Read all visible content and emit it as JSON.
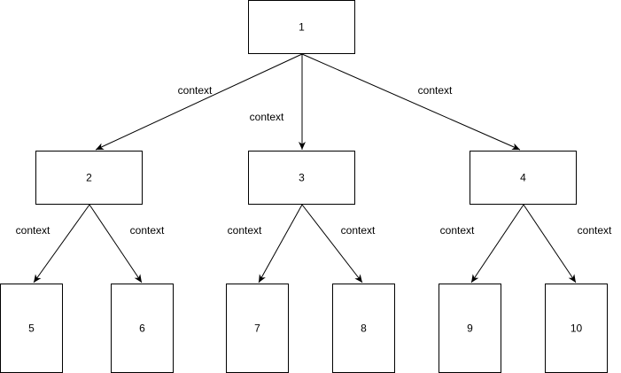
{
  "nodes": [
    {
      "id": "n1",
      "label": "1"
    },
    {
      "id": "n2",
      "label": "2"
    },
    {
      "id": "n3",
      "label": "3"
    },
    {
      "id": "n4",
      "label": "4"
    },
    {
      "id": "n5",
      "label": "5"
    },
    {
      "id": "n6",
      "label": "6"
    },
    {
      "id": "n7",
      "label": "7"
    },
    {
      "id": "n8",
      "label": "8"
    },
    {
      "id": "n9",
      "label": "9"
    },
    {
      "id": "n10",
      "label": "10"
    }
  ],
  "edges": [
    {
      "from": "n1",
      "to": "n2",
      "label": "context"
    },
    {
      "from": "n1",
      "to": "n3",
      "label": "context"
    },
    {
      "from": "n1",
      "to": "n4",
      "label": "context"
    },
    {
      "from": "n2",
      "to": "n5",
      "label": "context"
    },
    {
      "from": "n2",
      "to": "n6",
      "label": "context"
    },
    {
      "from": "n3",
      "to": "n7",
      "label": "context"
    },
    {
      "from": "n3",
      "to": "n8",
      "label": "context"
    },
    {
      "from": "n4",
      "to": "n9",
      "label": "context"
    },
    {
      "from": "n4",
      "to": "n10",
      "label": "context"
    }
  ]
}
